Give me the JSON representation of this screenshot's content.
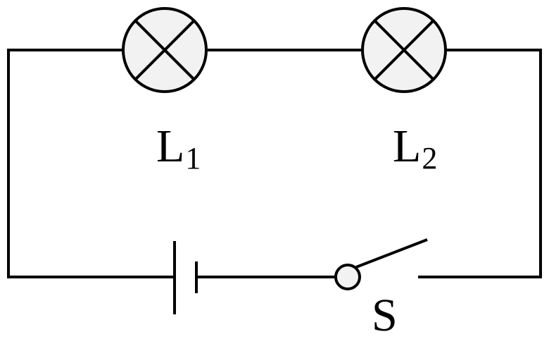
{
  "diagram": {
    "lamp1": {
      "label_main": "L",
      "label_sub": "1"
    },
    "lamp2": {
      "label_main": "L",
      "label_sub": "2"
    },
    "switch": {
      "label": "S"
    }
  },
  "colors": {
    "wire": "#000000",
    "lamp_fill": "#f2f2f2",
    "background": "#ffffff"
  },
  "icons": {
    "lamp": "lamp-icon",
    "battery": "battery-icon",
    "switch": "switch-icon"
  }
}
